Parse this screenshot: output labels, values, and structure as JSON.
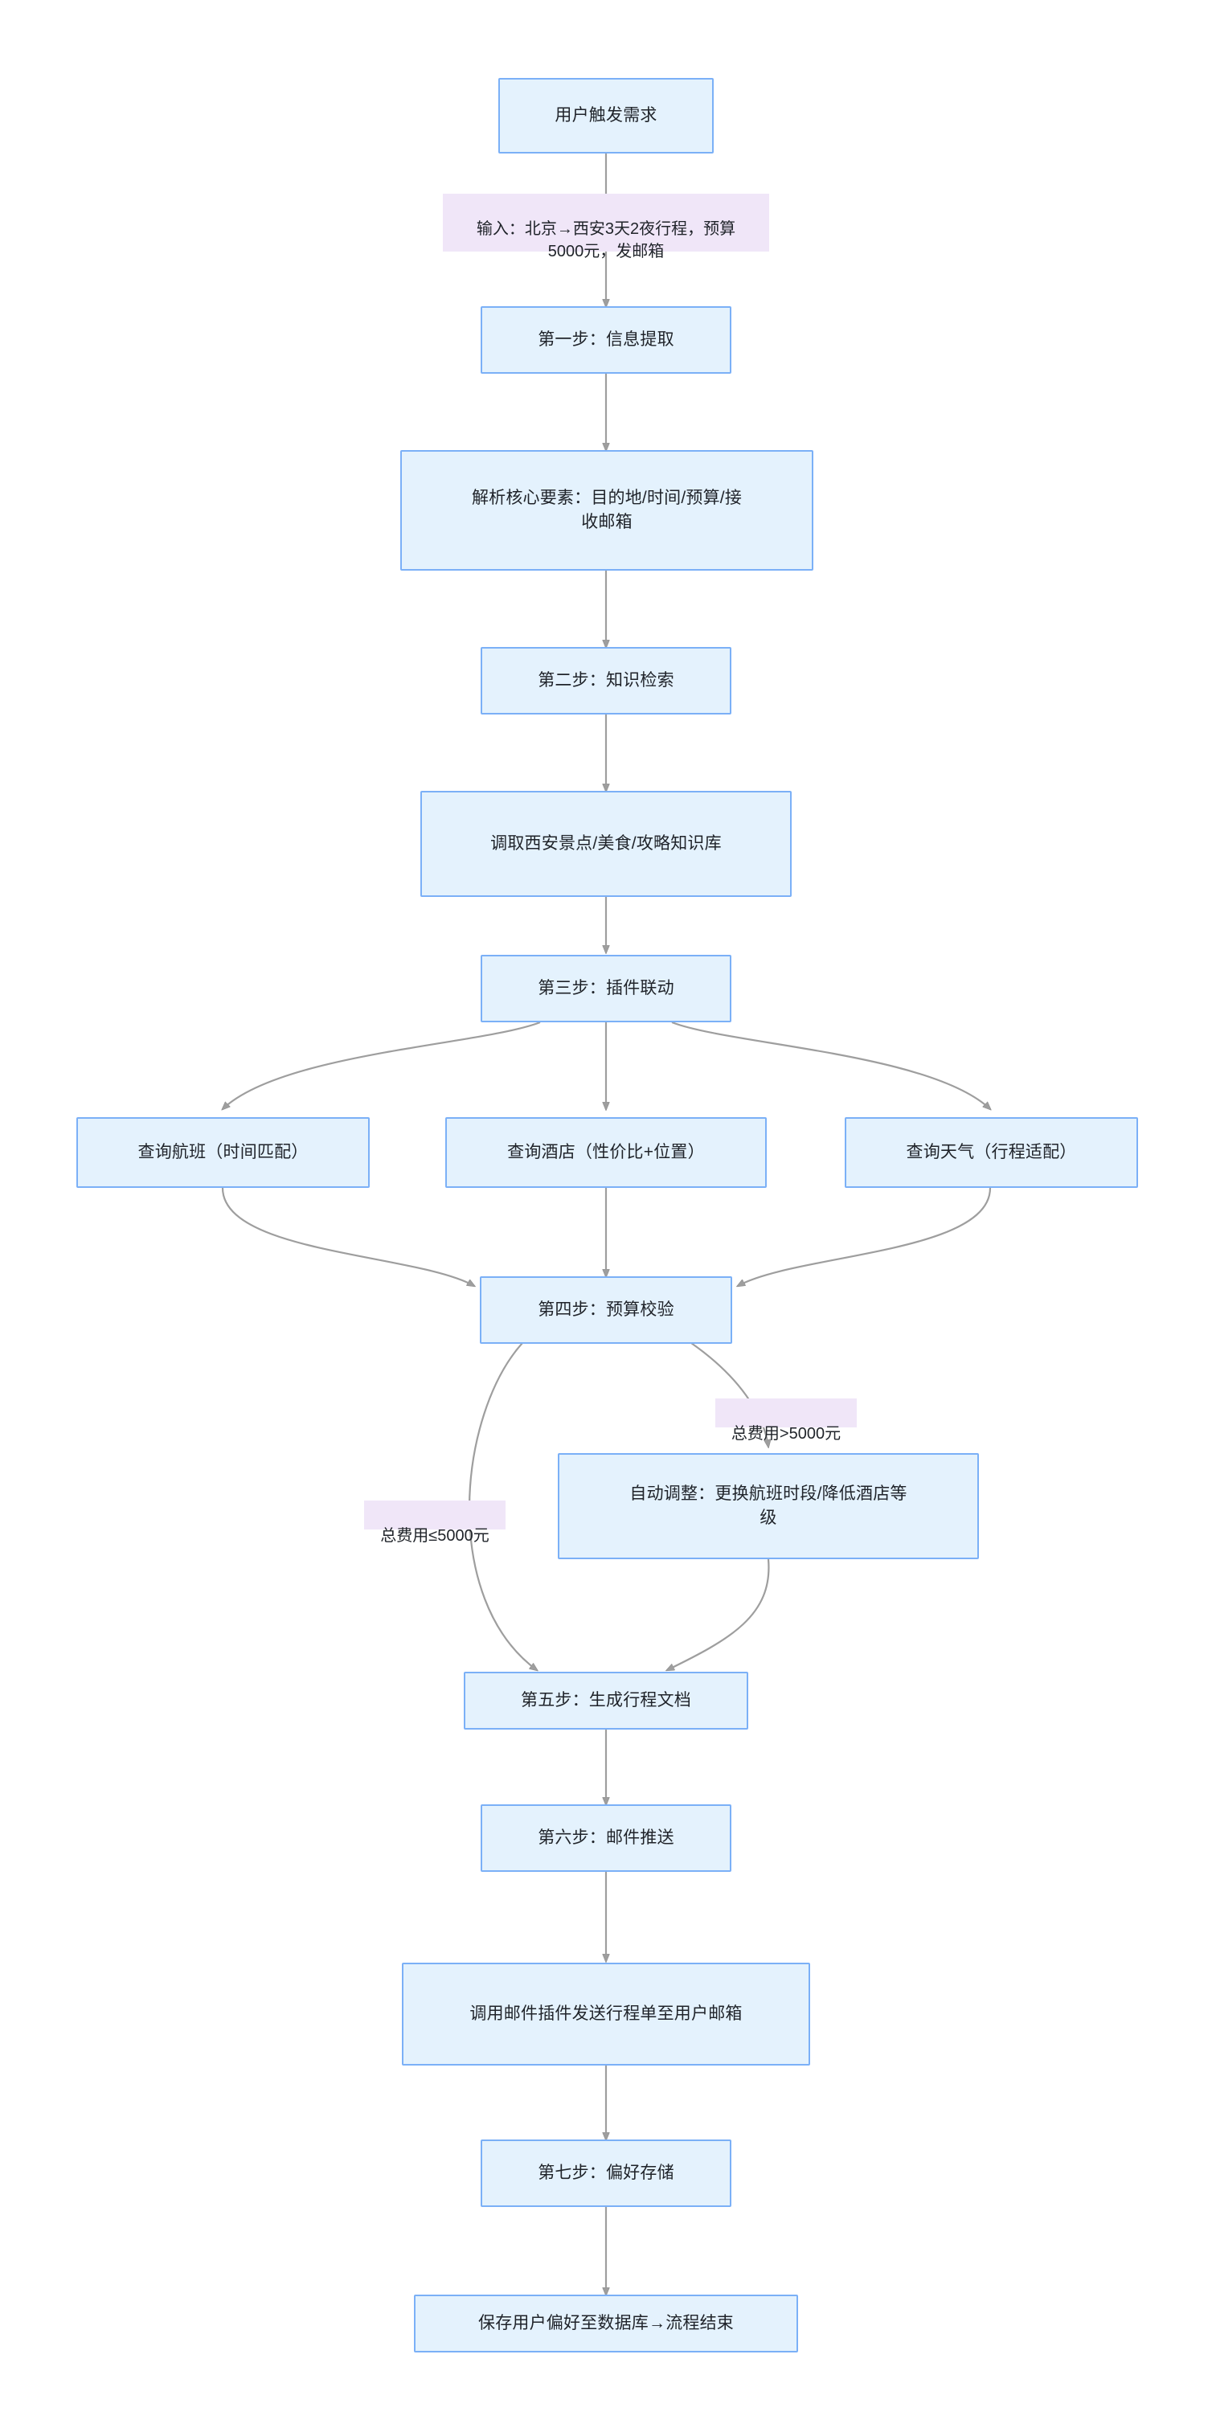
{
  "diagram": {
    "type": "flowchart",
    "direction": "top-to-bottom",
    "title_visible": false,
    "palette": {
      "node_fill": "#e4f2fd",
      "node_stroke": "#7bb0f7",
      "edge_stroke": "#9b9b9b",
      "edge_label_fill": "#f0e6f8",
      "text": "#1f2329",
      "background": "#ffffff"
    },
    "nodes": [
      {
        "id": "start",
        "label": "用户触发需求"
      },
      {
        "id": "step1",
        "label": "第一步：信息提取"
      },
      {
        "id": "step1_detail",
        "label": "解析核心要素：目的地/时间/预算/接\n收邮箱"
      },
      {
        "id": "step2",
        "label": "第二步：知识检索"
      },
      {
        "id": "step2_detail",
        "label": "调取西安景点/美食/攻略知识库"
      },
      {
        "id": "step3",
        "label": "第三步：插件联动"
      },
      {
        "id": "flight",
        "label": "查询航班（时间匹配）"
      },
      {
        "id": "hotel",
        "label": "查询酒店（性价比+位置）"
      },
      {
        "id": "weather",
        "label": "查询天气（行程适配）"
      },
      {
        "id": "step4",
        "label": "第四步：预算校验"
      },
      {
        "id": "adjust",
        "label": "自动调整：更换航班时段/降低酒店等\n级"
      },
      {
        "id": "step5",
        "label": "第五步：生成行程文档"
      },
      {
        "id": "step6",
        "label": "第六步：邮件推送"
      },
      {
        "id": "step6_detail",
        "label": "调用邮件插件发送行程单至用户邮箱"
      },
      {
        "id": "step7",
        "label": "第七步：偏好存储"
      },
      {
        "id": "step7_detail",
        "label": "保存用户偏好至数据库→流程结束"
      }
    ],
    "edge_labels": [
      {
        "id": "input_label",
        "text": "输入：北京→西安3天2夜行程，预算\n5000元，发邮箱",
        "from": "start",
        "to": "step1"
      },
      {
        "id": "over_budget",
        "text": "总费用>5000元",
        "from": "step4",
        "to": "adjust"
      },
      {
        "id": "within_budget",
        "text": "总费用≤5000元",
        "from": "step4",
        "to": "step5"
      }
    ],
    "edges": [
      {
        "from": "start",
        "to": "step1",
        "labeled": true,
        "label": "输入：北京→西安3天2夜行程，预算 5000元，发邮箱"
      },
      {
        "from": "step1",
        "to": "step1_detail",
        "labeled": false,
        "label": ""
      },
      {
        "from": "step1_detail",
        "to": "step2",
        "labeled": false,
        "label": ""
      },
      {
        "from": "step2",
        "to": "step2_detail",
        "labeled": false,
        "label": ""
      },
      {
        "from": "step2_detail",
        "to": "step3",
        "labeled": false,
        "label": ""
      },
      {
        "from": "step3",
        "to": "flight",
        "labeled": false,
        "label": ""
      },
      {
        "from": "step3",
        "to": "hotel",
        "labeled": false,
        "label": ""
      },
      {
        "from": "step3",
        "to": "weather",
        "labeled": false,
        "label": ""
      },
      {
        "from": "flight",
        "to": "step4",
        "labeled": false,
        "label": ""
      },
      {
        "from": "hotel",
        "to": "step4",
        "labeled": false,
        "label": ""
      },
      {
        "from": "weather",
        "to": "step4",
        "labeled": false,
        "label": ""
      },
      {
        "from": "step4",
        "to": "adjust",
        "labeled": true,
        "label": "总费用>5000元"
      },
      {
        "from": "step4",
        "to": "step5",
        "labeled": true,
        "label": "总费用≤5000元"
      },
      {
        "from": "adjust",
        "to": "step5",
        "labeled": false,
        "label": ""
      },
      {
        "from": "step5",
        "to": "step6",
        "labeled": false,
        "label": ""
      },
      {
        "from": "step6",
        "to": "step6_detail",
        "labeled": false,
        "label": ""
      },
      {
        "from": "step6_detail",
        "to": "step7",
        "labeled": false,
        "label": ""
      },
      {
        "from": "step7",
        "to": "step7_detail",
        "labeled": false,
        "label": ""
      }
    ]
  }
}
